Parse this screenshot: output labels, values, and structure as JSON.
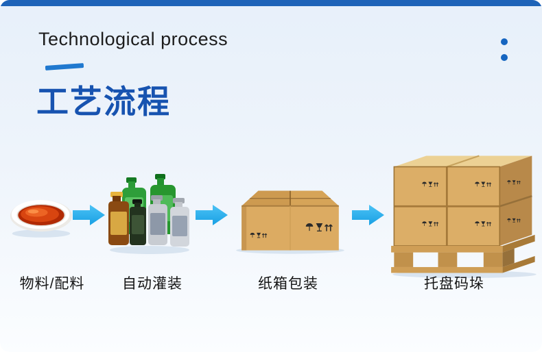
{
  "header": {
    "title_en": "Technological process",
    "title_zh": "工艺流程"
  },
  "flow": {
    "steps": [
      {
        "id": "materials",
        "label": "物料/配料",
        "icon": "material-bowl-icon"
      },
      {
        "id": "filling",
        "label": "自动灌装",
        "icon": "bottles-icon"
      },
      {
        "id": "carton",
        "label": "纸箱包装",
        "icon": "carton-box-icon"
      },
      {
        "id": "pallet",
        "label": "托盘码垛",
        "icon": "pallet-stack-icon"
      }
    ],
    "arrow_icon": "arrow-right-icon"
  },
  "colors": {
    "top_bar": "#1e63b8",
    "title_blue": "#1753b0",
    "underline_blue": "#2079cf",
    "arrow_blue": "#29a8e8",
    "label_text": "#151515",
    "background": "#eef4fb",
    "carton_tan": "#dcab62",
    "liquid_red": "#c22f05"
  }
}
